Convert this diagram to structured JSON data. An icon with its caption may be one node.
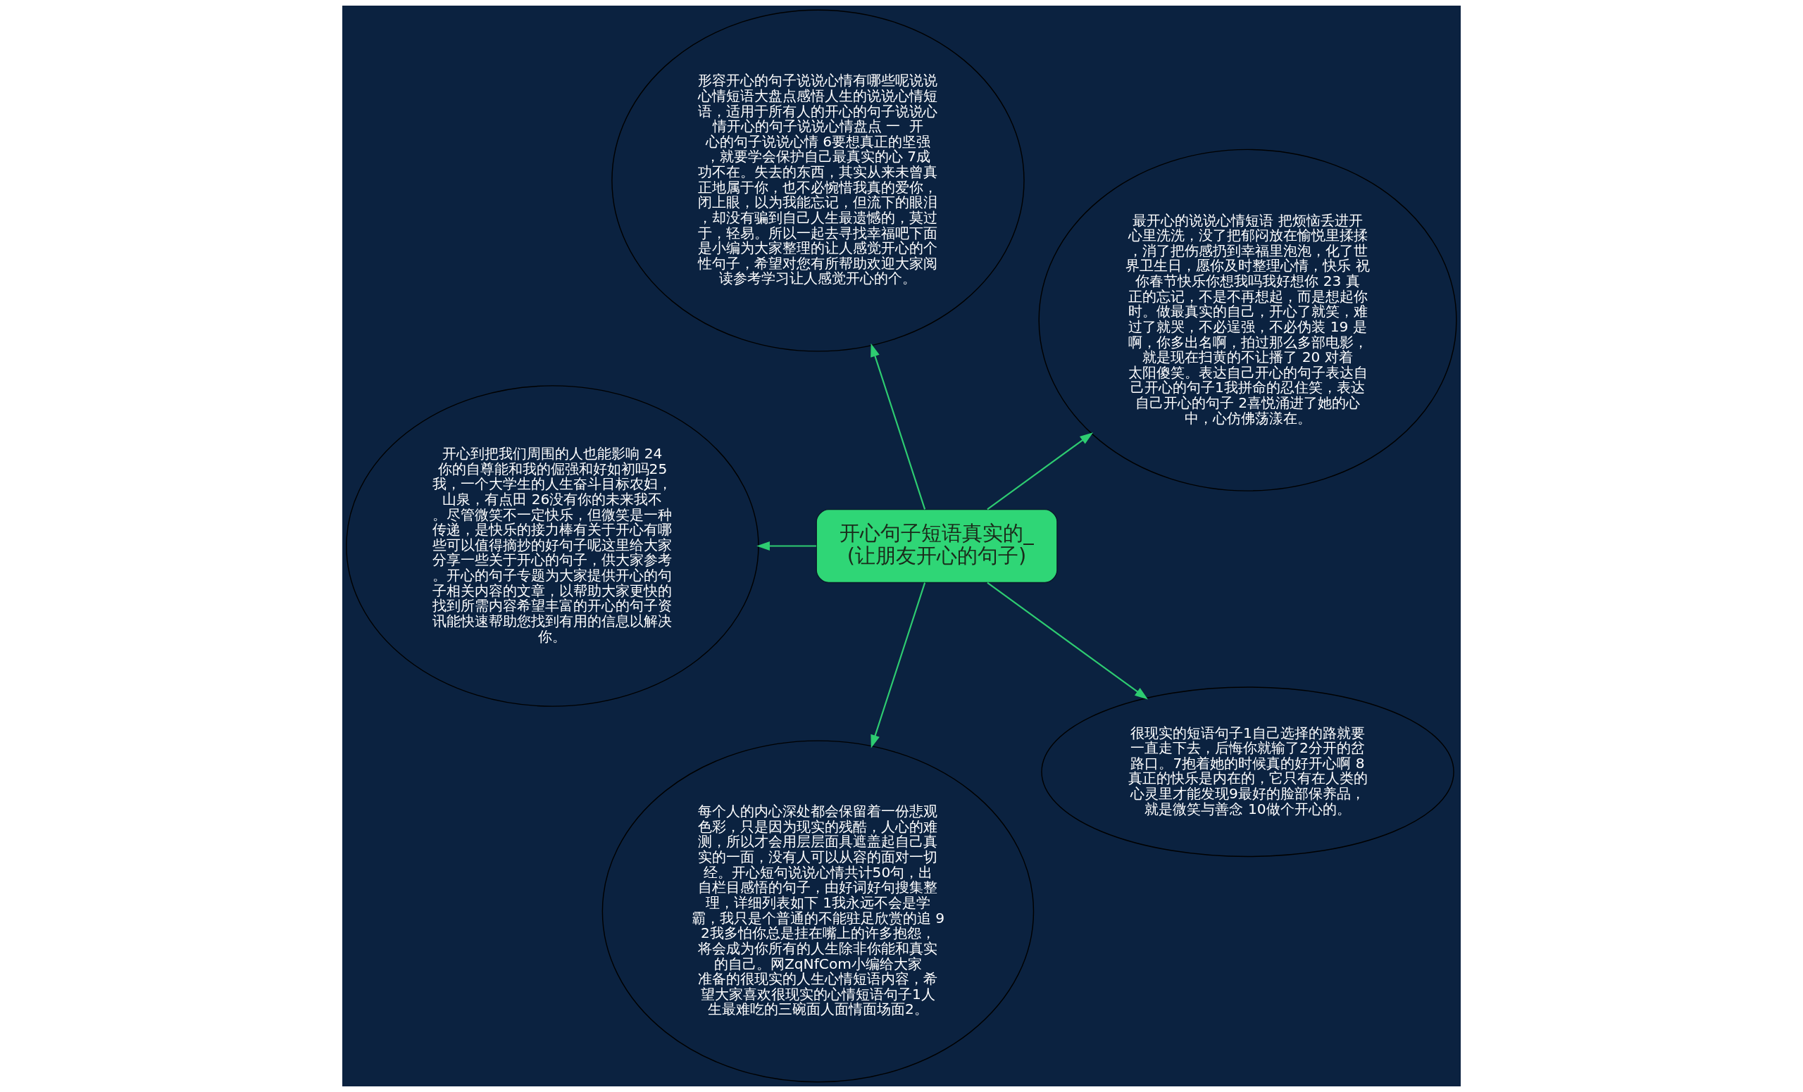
{
  "diagram": {
    "nodes": [
      {
        "text": [
          "开心句子短语真实的_(让朋友开心的句子)"
        ]
      },
      {
        "text": [
          "最开心的说说心情短语 把烦恼丢进开心里洗洗，没了把郁闷放在愉悦里揉揉，消了把伤感扔到幸福里泡泡，化了世界卫生日，愿你及时整理心情，快乐 祝你春节快乐你想我吗我好想你 23 真正的忘记，不是不再想起，而是想起你时。做最真实的自己，开心了就笑，难过了就哭，不必逞强，不必伪装 19 是啊，你多出名啊，拍过那么多部电影，就是现在扫黄的不让播了 20 对着太阳傻笑。表达自己开心的句子表达自己开心的句子1我拼命的忍住笑，表达自己开心的句子 2喜悦涌进了她的心中，心仿佛荡漾在。"
        ]
      },
      {
        "text": [
          "形容开心的句子说说心情有哪些呢说说心情短语大盘点感悟人生的说说心情短语，适用于所有人的开心的句子说说心情开心的句子说说心情盘点 一  开心的句子说说心情 6要想真正的坚强，就要学会保护自己最真实的心 7成功不在。失去的东西，其实从来未曾真正地属于你，也不必惋惜我真的爱你，闭上眼，以为我能忘记，但流下的眼泪，却没有骗到自己人生最遗憾的，莫过于，轻易。所以一起去寻找幸福吧下面是小编为大家整理的让人感觉开心的个性句子，希望对您有所帮助欢迎大家阅读参考学习让人感觉开心的个。"
        ]
      },
      {
        "text": [
          "开心到把我们周围的人也能影响 24你的自尊能和我的倔强和好如初吗25我，一个大学生的人生奋斗目标农妇，山泉，有点田 26没有你的未来我不。尽管微笑不一定快乐，但微笑是一种传递，是快乐的接力棒有关于开心有哪些可以值得摘抄的好句子呢这里给大家分享一些关于开心的句子，供大家参考。开心的句子专题为大家提供开心的句子相关内容的文章，以帮助大家更快的找到所需内容希望丰富的开心的句子资讯能快速帮助您找到有用的信息以解决你。"
        ]
      },
      {
        "text": [
          "每个人的内心深处都会保留着一份悲观色彩，只是因为现实的残酷，人心的难测，所以才会用层层面具遮盖起自己真实的一面，没有人可以从容的面对一切经。开心短句说说心情共计50句，出自栏目感悟的句子，由好词好句搜集整理，详细列表如下 1我永远不会是学霸，我只是个普通的不能驻足欣赏的追 92我多怕你总是挂在嘴上的许多抱怨，将会成为你所有的人生除非你能和真实的自己。网ZqNfCom小编给大家准备的很现实的人生心情短语内容，希望大家喜欢很现实的心情短语句子1人生最难吃的三碗面人面情面场面2。"
        ]
      },
      {
        "text": [
          "很现实的短语句子1自己选择的路就要一直走下去，后悔你就输了2分开的岔路口。7抱着她的时候真的好开心啊 8真正的快乐是内在的，它只有在人类的心灵里才能发现9最好的脸部保养品，就是微笑与善念 10做个开心的。"
        ]
      }
    ],
    "edges": [
      {
        "from": 0,
        "to": 1,
        "arrow": "to"
      },
      {
        "from": 0,
        "to": 2,
        "arrow": "to"
      },
      {
        "from": 0,
        "to": 3,
        "arrow": "to"
      },
      {
        "from": 0,
        "to": 4,
        "arrow": "to"
      },
      {
        "from": 0,
        "to": 5,
        "arrow": "to"
      }
    ]
  }
}
